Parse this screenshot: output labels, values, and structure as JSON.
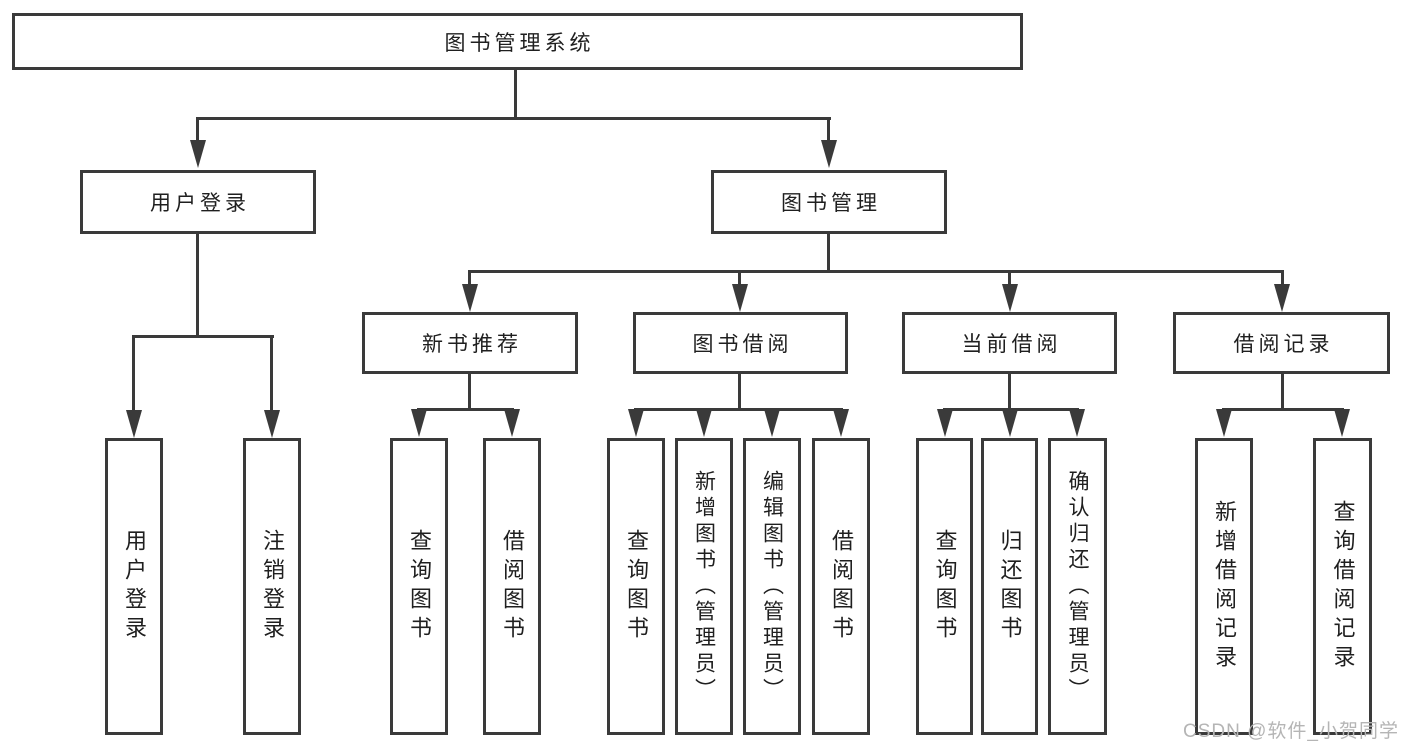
{
  "nodes": {
    "root": "图书管理系统",
    "user_login": "用户登录",
    "book_mgmt": "图书管理",
    "new_book_rec": "新书推荐",
    "book_borrow": "图书借阅",
    "current_borrow": "当前借阅",
    "borrow_records": "借阅记录"
  },
  "leaves": [
    "用户登录",
    "注销登录",
    "查询图书",
    "借阅图书",
    "查询图书",
    "新增图书（管理员）",
    "编辑图书（管理员）",
    "借阅图书",
    "查询图书",
    "归还图书",
    "确认归还（管理员）",
    "新增借阅记录",
    "查询借阅记录"
  ],
  "watermark": "CSDN @软件_小贺同学",
  "colors": {
    "line": "#3a3a3a",
    "text": "#1f1f1f",
    "background": "#ffffff",
    "watermark": "#b5b5b5"
  }
}
